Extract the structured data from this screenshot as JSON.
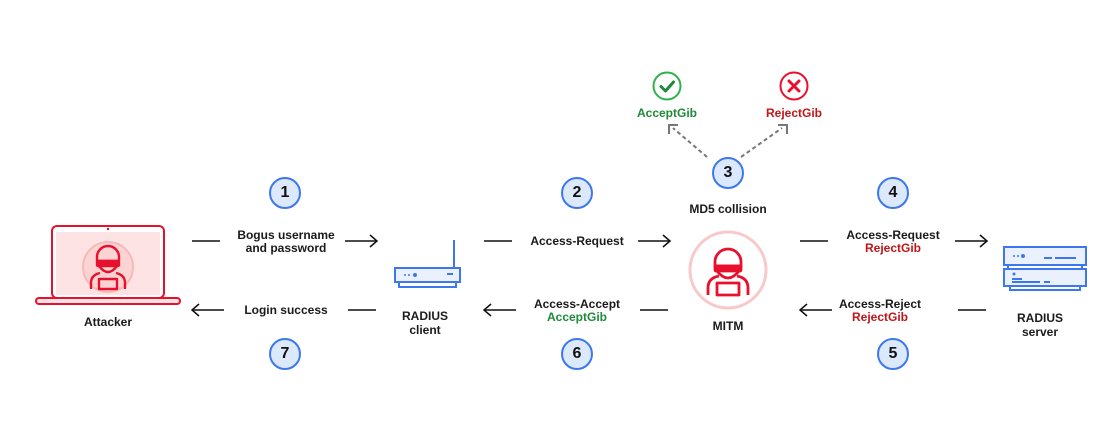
{
  "nodes": {
    "attacker": {
      "label": "Attacker",
      "icon": "laptop-hacker-icon"
    },
    "radius_client": {
      "label_line1": "RADIUS",
      "label_line2": "client",
      "icon": "router-icon"
    },
    "mitm": {
      "label": "MITM",
      "icon": "hacker-icon"
    },
    "radius_server": {
      "label_line1": "RADIUS",
      "label_line2": "server",
      "icon": "server-icon"
    }
  },
  "steps": [
    {
      "number": "1",
      "line1": "Bogus username",
      "line2": "and password"
    },
    {
      "number": "2",
      "line1": "Access-Request"
    },
    {
      "number": "3",
      "line1": "MD5 collision"
    },
    {
      "number": "4",
      "line1": "Access-Request",
      "line2": "RejectGib"
    },
    {
      "number": "5",
      "line1": "Access-Reject",
      "line2": "RejectGib"
    },
    {
      "number": "6",
      "line1": "Access-Accept",
      "line2": "AcceptGib"
    },
    {
      "number": "7",
      "line1": "Login success"
    }
  ],
  "collision_outcomes": {
    "accept": {
      "label": "AcceptGib",
      "icon": "check-circle-icon"
    },
    "reject": {
      "label": "RejectGib",
      "icon": "x-circle-icon"
    }
  },
  "colors": {
    "accent_blue": "#3b78f0",
    "step_fill": "#dce8fb",
    "attacker_red": "#e8112d",
    "accept_green": "#1e8a3a",
    "reject_red": "#c0161a"
  }
}
